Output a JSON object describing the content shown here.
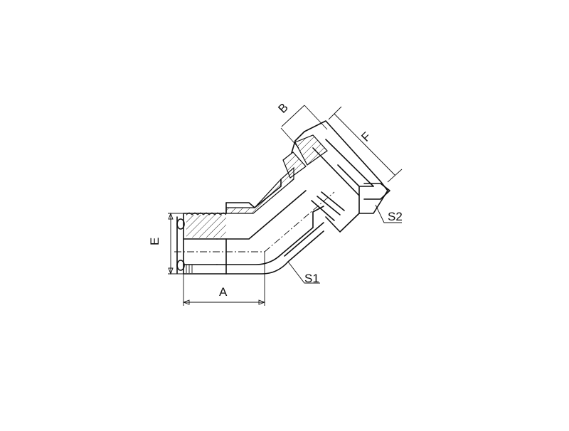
{
  "diagram": {
    "labels": {
      "a": "A",
      "b": "B",
      "e": "E",
      "f": "F",
      "s1": "S1",
      "s2": "S2"
    },
    "colors": {
      "stroke": "#111111",
      "background": "#ffffff"
    }
  }
}
